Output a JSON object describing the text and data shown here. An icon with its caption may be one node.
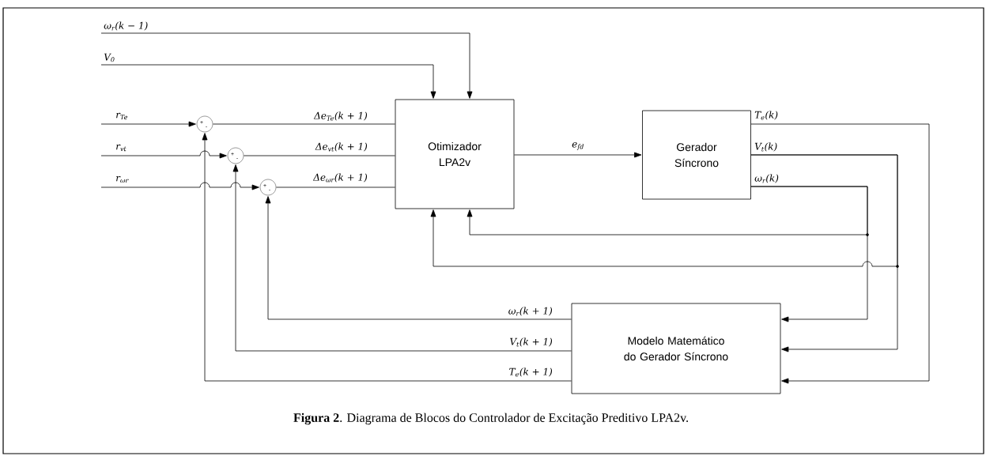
{
  "diagram": {
    "caption": "**Figura 2**. Diagrama de Blocos do Controlador de Excitação Preditivo LPA2v.",
    "nodes": [
      {
        "text": [
          "Otimizador LPA2v"
        ]
      },
      {
        "text": [
          "Gerador Síncrono"
        ]
      },
      {
        "text": [
          "Modelo Matemático do Gerador Síncrono"
        ]
      },
      {
        "text": [
          "+",
          "-"
        ]
      },
      {
        "text": [
          "+",
          "-"
        ]
      },
      {
        "text": [
          "+",
          "-"
        ]
      }
    ],
    "edges": [
      {
        "from": null,
        "to": 0,
        "arrow": "to",
        "label": "ω$_{r}$(k − 1)"
      },
      {
        "from": null,
        "to": 0,
        "arrow": "to",
        "label": "V$_{0}$"
      },
      {
        "from": null,
        "to": 3,
        "arrow": "to",
        "label": "r$_{Te}$"
      },
      {
        "from": null,
        "to": 4,
        "arrow": "to",
        "label": "r$_{vt}$"
      },
      {
        "from": null,
        "to": 5,
        "arrow": "to",
        "label": "r$_{ωr}$"
      },
      {
        "from": 3,
        "to": 0,
        "arrow": "none",
        "label": "Δe$_{Te}$(k + 1)"
      },
      {
        "from": 4,
        "to": 0,
        "arrow": "none",
        "label": "Δe$_{vt}$(k + 1)"
      },
      {
        "from": 5,
        "to": 0,
        "arrow": "none",
        "label": "Δe$_{ωr}$(k + 1)"
      },
      {
        "from": 0,
        "to": 1,
        "arrow": "to",
        "label": "e$_{fd}$"
      },
      {
        "from": 1,
        "to": 2,
        "arrow": "to",
        "label": "T$_{e}$(k)"
      },
      {
        "from": 1,
        "to": 2,
        "arrow": "to",
        "label": "V$_{t}$(k)"
      },
      {
        "from": 1,
        "to": 0,
        "arrow": "to"
      },
      {
        "from": 1,
        "to": 2,
        "arrow": "to",
        "label": "ω$_{r}$(k)"
      },
      {
        "from": 1,
        "to": 0,
        "arrow": "to"
      },
      {
        "from": 2,
        "to": 5,
        "arrow": "to",
        "label": "ω$_{r}$(k + 1)"
      },
      {
        "from": 2,
        "to": 4,
        "arrow": "to",
        "label": "V$_{t}$(k + 1)"
      },
      {
        "from": 2,
        "to": 3,
        "arrow": "to",
        "label": "T$_{e}$(k + 1)"
      }
    ]
  }
}
